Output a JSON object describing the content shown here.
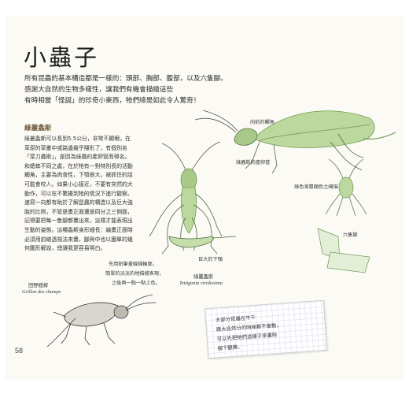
{
  "page": {
    "title": "小蟲子",
    "intro_lines": [
      "所有昆蟲的基本構造都是一樣的：頭部、胸部、腹部，以及六隻腳。",
      "感謝大自然的生物多樣性，讓我們有機會描繪這些",
      "有時相當「怪誕」的珍奇小東西，牠們總是如此令人驚奇！"
    ],
    "section": {
      "heading": "綠叢螽斯",
      "body_lines": [
        "綠叢螽斯可以長到5.5公分，非常不顯眼，在",
        "草原的草叢中或路邊幾乎隱形了，有個別名",
        "「菜刀蟲斯」，是因為綠蟲的產卵管而得名。",
        "和蟋蟀不同之處，在於牠有一對特別長的活動",
        "觸角，主要為肉食性，下顎很大，被抓住的話",
        "可能會咬人。如果小心接近，不要有突然的大",
        "動作，可以在不驚擾到牠的情況下進行觀察。",
        "速寫一向都有助於了解昆蟲的構造以及巨大強",
        "脫的比例，不管是畫正面還是四分之三側面，",
        "記得要把每一隻腳都畫出來，這樣才能表現出",
        "生動的姿態。這種螽斯身形細長：繪畫正面時",
        "必須用前縮透視法來畫，腳與中也以圖單的幾",
        "何圖形解說，總讓我更容易明白。"
      ]
    },
    "sketch_notes": {
      "antenna": "向前的觸角",
      "ovipositor": "綠蟲斯的產卵管",
      "green_note": "綠色漸層顏色之細描",
      "leg_note": "六隻腳",
      "hind_leg": "巨大的下顎",
      "left_note_lines": [
        "先用鉛筆畫線描輪廓，",
        "簡單的淡淡的地描繪表現，",
        "之後再一點一點上色。"
      ]
    },
    "captions": {
      "katydid_zh": "綠叢螽斯",
      "katydid_latin": "Tettigonia viridissima",
      "cricket_zh": "田野蟋蟀",
      "cricket_fr": "Grillon des champs"
    },
    "note_card_lines": [
      "大部分昆蟲在牛千",
      "跟大自然分的時候都不會動，",
      "可以先把牠們這樣子來畫時",
      "描下觀察。"
    ],
    "page_number": "58",
    "colors": {
      "insect_green": "#a9c98a",
      "insect_green_dark": "#6e9a55",
      "ink": "#3b3b3b",
      "heading_brown": "#6d5a3a"
    }
  }
}
